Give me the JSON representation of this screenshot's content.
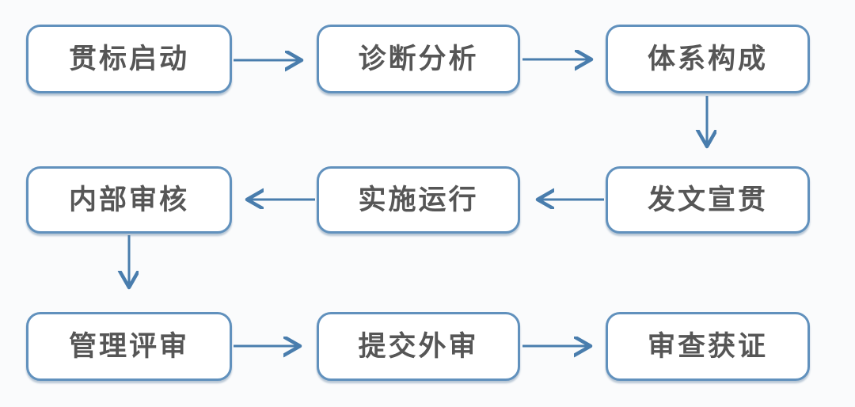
{
  "diagram": {
    "type": "flowchart",
    "nodes": [
      {
        "id": "start",
        "label": "贯标启动"
      },
      {
        "id": "diagnosis",
        "label": "诊断分析"
      },
      {
        "id": "system-build",
        "label": "体系构成"
      },
      {
        "id": "publish-promote",
        "label": "发文宣贯"
      },
      {
        "id": "implement-run",
        "label": "实施运行"
      },
      {
        "id": "internal-audit",
        "label": "内部审核"
      },
      {
        "id": "management-review",
        "label": "管理评审"
      },
      {
        "id": "external-audit",
        "label": "提交外审"
      },
      {
        "id": "certification",
        "label": "审查获证"
      }
    ],
    "edges": [
      {
        "from": "贯标启动",
        "to": "诊断分析",
        "direction": "right"
      },
      {
        "from": "诊断分析",
        "to": "体系构成",
        "direction": "right"
      },
      {
        "from": "体系构成",
        "to": "发文宣贯",
        "direction": "down"
      },
      {
        "from": "发文宣贯",
        "to": "实施运行",
        "direction": "left"
      },
      {
        "from": "实施运行",
        "to": "内部审核",
        "direction": "left"
      },
      {
        "from": "内部审核",
        "to": "管理评审",
        "direction": "down"
      },
      {
        "from": "管理评审",
        "to": "提交外审",
        "direction": "right"
      },
      {
        "from": "提交外审",
        "to": "审查获证",
        "direction": "right"
      }
    ],
    "colors": {
      "node_border": "#6191bd",
      "node_fill": "#ffffff",
      "arrow": "#497dad",
      "text": "#565656",
      "background": "#fafbfc"
    }
  }
}
